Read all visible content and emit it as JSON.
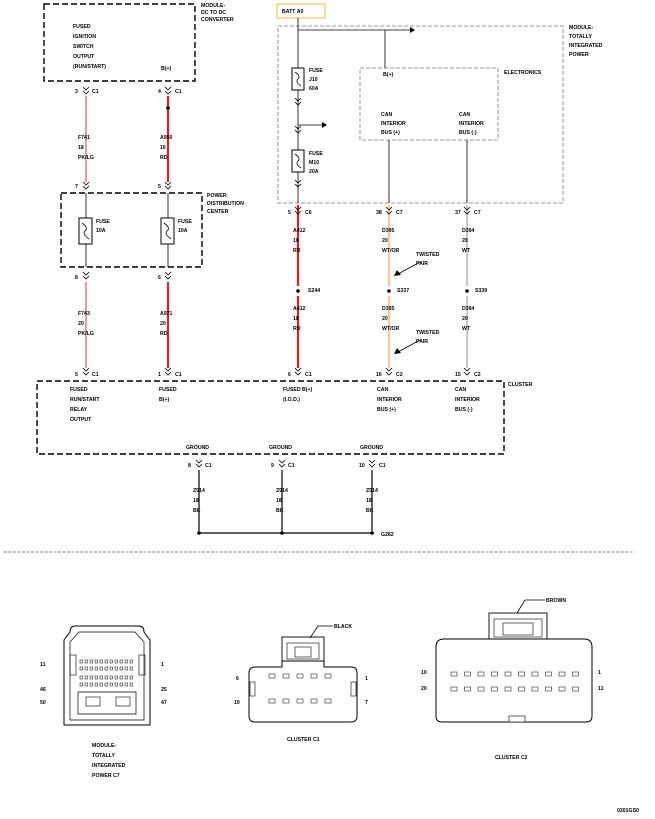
{
  "modules": {
    "dcdc": {
      "name": "MODULE-\nDC TO DC\nCONVERTER",
      "out1": "FUSED\nIGNITION\nSWITCH\nOUTPUT\n(RUN/START)",
      "out2": "B(+)"
    },
    "tipm": {
      "name": "MODULE-\nTOTALLY\nINTEGRATED\nPOWER",
      "batt": "BATT A0",
      "electronics": "ELECTRONICS",
      "bplus": "B(+)",
      "canplus": "CAN\nINTERIOR\nBUS (+)",
      "canminus": "CAN\nINTERIOR\nBUS (-)"
    },
    "pdc": {
      "name": "POWER\nDISTRIBUTION\nCENTER"
    },
    "cluster": {
      "name": "CLUSTER",
      "fused_rs": "FUSED\nRUN/START\nRELAY\nOUTPUT",
      "fused_b": "FUSED\nB(+)",
      "fused_iod": "FUSED B(+)\n(I.O.D.)",
      "canplus": "CAN\nINTERIOR\nBUS (+)",
      "canminus": "CAN\nINTERIOR\nBUS (-)",
      "ground": "GROUND"
    }
  },
  "fuses": {
    "tipm_j10": "FUSE\nJ10\n60A",
    "tipm_m10": "FUSE\nM10\n20A",
    "pdc1": "FUSE\n10A",
    "pdc2": "FUSE\n10A"
  },
  "pins": {
    "dcdc_3": "3",
    "dcdc_4": "4",
    "c1": "C1",
    "c6": "C6",
    "c7": "C7",
    "c2": "C2",
    "pdc_7": "7",
    "pdc_5": "5",
    "pdc_8": "8",
    "pdc_6": "6",
    "tipm_5": "5",
    "tipm_38": "38",
    "tipm_37": "37",
    "cl_5": "5",
    "cl_1": "1",
    "cl_6": "6",
    "cl_16": "16",
    "cl_15": "15",
    "gnd_8": "8",
    "gnd_9": "9",
    "gnd_10": "10"
  },
  "wires": {
    "f741": "F741\n18\nPK/LG",
    "a950": "A950\n16\nRD",
    "f743": "F743\n20\nPK/LG",
    "a971": "A971\n20\nRD",
    "a412a": "A412\n18\nRD",
    "a412b": "A412\n18\nRD",
    "d395a": "D395\n20\nWT/OR",
    "d394a": "D394\n20\nWT",
    "d395b": "D395\n20\nWT/OR",
    "d394b": "D394\n20\nWT",
    "z914a": "Z914\n18\nBK",
    "z914b": "Z914\n18\nBK",
    "z914c": "Z914\n18\nBK"
  },
  "splices": {
    "s244": "S244",
    "s337": "S337",
    "s339": "S339",
    "g282": "G282"
  },
  "twisted": "TWISTED\nPAIR",
  "connectors": {
    "tipm_c7": "MODULE-\nTOTALLY\nINTEGRATED\nPOWER C7",
    "tipm_pins": {
      "tl": "11",
      "tr": "1",
      "ml": "46",
      "mr": "25",
      "bl": "50",
      "br": "47"
    },
    "cluster_c1": "CLUSTER C1",
    "c1_color": "BLACK",
    "c1_pins": {
      "tl": "6",
      "tr": "1",
      "bl": "10",
      "br": "7"
    },
    "cluster_c2": "CLUSTER C2",
    "c2_color": "BROWN",
    "c2_pins": {
      "tl": "10",
      "tr": "1",
      "bl": "20",
      "br": "11"
    }
  },
  "figure_id": "0201GS0",
  "colors": {
    "red": "#e02020",
    "pk": "#f29aa6",
    "lg": "#7ecb7e",
    "or": "#f5c896",
    "wt": "#c8c8c8",
    "bk": "#000000"
  }
}
